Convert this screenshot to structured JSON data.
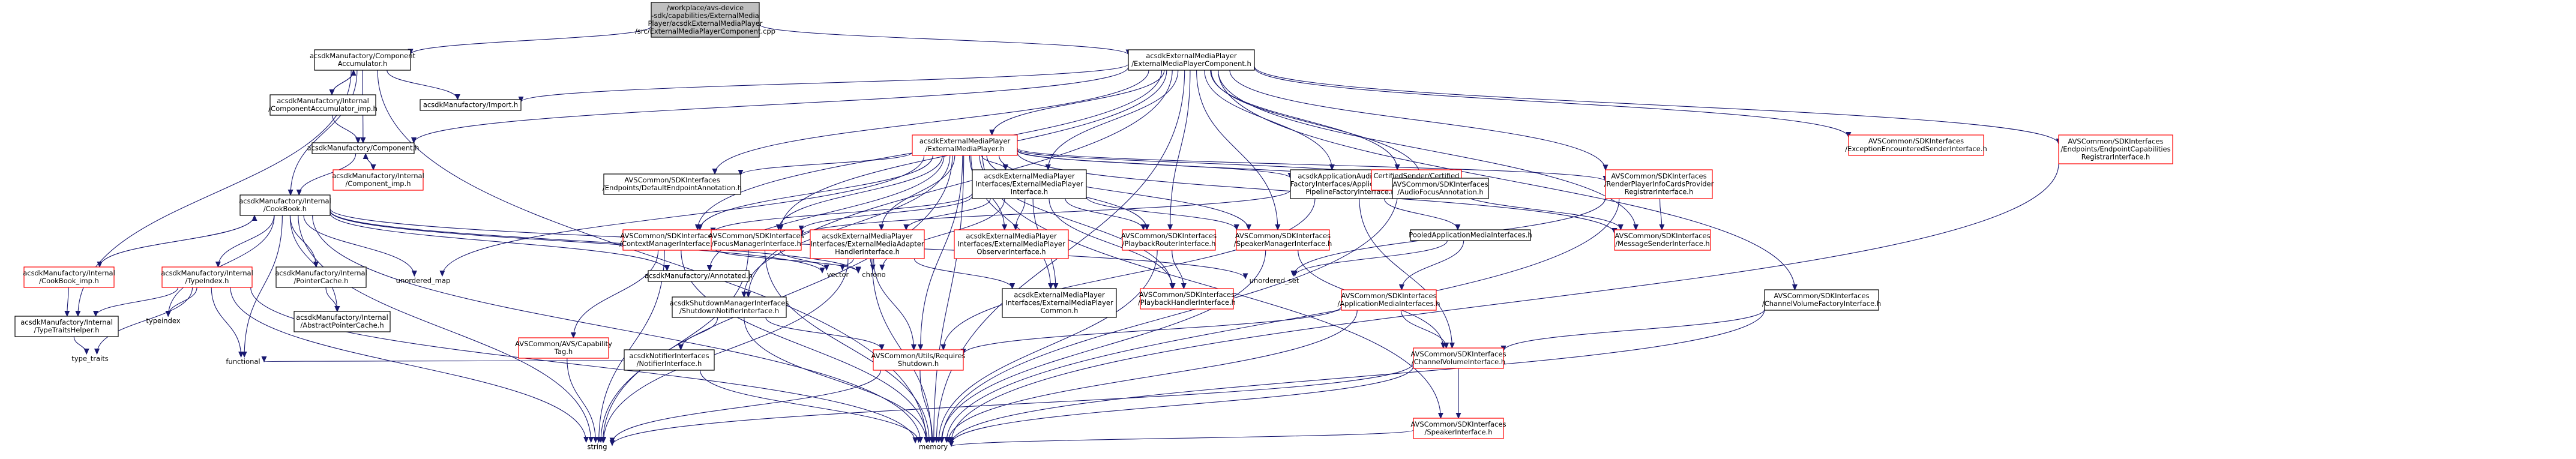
{
  "nodes": [
    {
      "id": "root",
      "lines": [
        "/workplace/avs-device",
        "-sdk/capabilities/ExternalMedia",
        "Player/acsdkExternalMediaPlayer",
        "/src/ExternalMediaPlayerComponent.cpp"
      ],
      "style": "root",
      "interactable": false
    },
    {
      "id": "compAccumulator",
      "lines": [
        "acsdkManufactory/Component",
        "Accumulator.h"
      ],
      "style": "normal",
      "interactable": true
    },
    {
      "id": "empComponent",
      "lines": [
        "acsdkExternalMediaPlayer",
        "/ExternalMediaPlayerComponent.h"
      ],
      "style": "normal",
      "interactable": true
    },
    {
      "id": "compAccImp",
      "lines": [
        "acsdkManufactory/Internal",
        "/ComponentAccumulator_imp.h"
      ],
      "style": "normal",
      "interactable": true
    },
    {
      "id": "import",
      "lines": [
        "acsdkManufactory/Import.h"
      ],
      "style": "normal",
      "interactable": true
    },
    {
      "id": "component",
      "lines": [
        "acsdkManufactory/Component.h"
      ],
      "style": "normal",
      "interactable": true
    },
    {
      "id": "componentImp",
      "lines": [
        "acsdkManufactory/Internal",
        "/Component_imp.h"
      ],
      "style": "red",
      "interactable": true
    },
    {
      "id": "cookbook",
      "lines": [
        "acsdkManufactory/Internal",
        "/CookBook.h"
      ],
      "style": "normal",
      "interactable": true
    },
    {
      "id": "cookbookImp",
      "lines": [
        "acsdkManufactory/Internal",
        "/CookBook_imp.h"
      ],
      "style": "red",
      "interactable": true
    },
    {
      "id": "typeindex",
      "lines": [
        "acsdkManufactory/Internal",
        "/TypeIndex.h"
      ],
      "style": "red",
      "interactable": true
    },
    {
      "id": "pointerCache",
      "lines": [
        "acsdkManufactory/Internal",
        "/PointerCache.h"
      ],
      "style": "normal",
      "interactable": true
    },
    {
      "id": "abstractPointerCache",
      "lines": [
        "acsdkManufactory/Internal",
        "/AbstractPointerCache.h"
      ],
      "style": "normal",
      "interactable": true
    },
    {
      "id": "typeTraitsHelper",
      "lines": [
        "acsdkManufactory/Internal",
        "/TypeTraitsHelper.h"
      ],
      "style": "normal",
      "interactable": true
    },
    {
      "id": "typeTraits",
      "lines": [
        "type_traits"
      ],
      "style": "plain",
      "interactable": false
    },
    {
      "id": "typeindexStd",
      "lines": [
        "typeindex"
      ],
      "style": "plain",
      "interactable": false
    },
    {
      "id": "functional",
      "lines": [
        "functional"
      ],
      "style": "plain",
      "interactable": false
    },
    {
      "id": "unorderedMap",
      "lines": [
        "unordered_map"
      ],
      "style": "plain",
      "interactable": false
    },
    {
      "id": "vector",
      "lines": [
        "vector"
      ],
      "style": "plain",
      "interactable": false
    },
    {
      "id": "chrono",
      "lines": [
        "chrono"
      ],
      "style": "plain",
      "interactable": false
    },
    {
      "id": "string",
      "lines": [
        "string"
      ],
      "style": "plain",
      "interactable": false
    },
    {
      "id": "memory",
      "lines": [
        "memory"
      ],
      "style": "plain",
      "interactable": false
    },
    {
      "id": "unorderedSet",
      "lines": [
        "unordered_set"
      ],
      "style": "plain",
      "interactable": false
    },
    {
      "id": "annotated",
      "lines": [
        "acsdkManufactory/Annotated.h"
      ],
      "style": "normal",
      "interactable": true
    },
    {
      "id": "empH",
      "lines": [
        "acsdkExternalMediaPlayer",
        "/ExternalMediaPlayer.h"
      ],
      "style": "red",
      "interactable": true
    },
    {
      "id": "defaultEndpoint",
      "lines": [
        "AVSCommon/SDKInterfaces",
        "/Endpoints/DefaultEndpointAnnotation.h"
      ],
      "style": "normal",
      "interactable": true
    },
    {
      "id": "empInterface",
      "lines": [
        "acsdkExternalMediaPlayer",
        "Interfaces/ExternalMediaPlayer",
        "Interface.h"
      ],
      "style": "normal",
      "interactable": true
    },
    {
      "id": "appAudioFactory",
      "lines": [
        "acsdkApplicationAudioPipeline",
        "FactoryInterfaces/ApplicationAudio",
        "PipelineFactoryInterface.h"
      ],
      "style": "normal",
      "interactable": true
    },
    {
      "id": "certifiedSender",
      "lines": [
        "CertifiedSender/Certified",
        "Sender.h"
      ],
      "style": "red",
      "interactable": true
    },
    {
      "id": "audioFocusAnnotation",
      "lines": [
        "AVSCommon/SDKInterfaces",
        "/AudioFocusAnnotation.h"
      ],
      "style": "normal",
      "interactable": true
    },
    {
      "id": "renderPlayerInfo",
      "lines": [
        "AVSCommon/SDKInterfaces",
        "/RenderPlayerInfoCardsProvider",
        "RegistrarInterface.h"
      ],
      "style": "red",
      "interactable": true
    },
    {
      "id": "exceptionSender",
      "lines": [
        "AVSCommon/SDKInterfaces",
        "/ExceptionEncounteredSenderInterface.h"
      ],
      "style": "red",
      "interactable": true
    },
    {
      "id": "endpointCaps",
      "lines": [
        "AVSCommon/SDKInterfaces",
        "/Endpoints/EndpointCapabilities",
        "RegistrarInterface.h"
      ],
      "style": "red",
      "interactable": true
    },
    {
      "id": "contextManager",
      "lines": [
        "AVSCommon/SDKInterfaces",
        "/ContextManagerInterface.h"
      ],
      "style": "red",
      "interactable": true
    },
    {
      "id": "focusManager",
      "lines": [
        "AVSCommon/SDKInterfaces",
        "/FocusManagerInterface.h"
      ],
      "style": "red",
      "interactable": true
    },
    {
      "id": "adapterHandler",
      "lines": [
        "acsdkExternalMediaPlayer",
        "Interfaces/ExternalMediaAdapter",
        "HandlerInterface.h"
      ],
      "style": "red",
      "interactable": true
    },
    {
      "id": "observerInterface",
      "lines": [
        "acsdkExternalMediaPlayer",
        "Interfaces/ExternalMediaPlayer",
        "ObserverInterface.h"
      ],
      "style": "red",
      "interactable": true
    },
    {
      "id": "playbackRouter",
      "lines": [
        "AVSCommon/SDKInterfaces",
        "/PlaybackRouterInterface.h"
      ],
      "style": "red",
      "interactable": true
    },
    {
      "id": "speakerManager",
      "lines": [
        "AVSCommon/SDKInterfaces",
        "/SpeakerManagerInterface.h"
      ],
      "style": "red",
      "interactable": true
    },
    {
      "id": "pooledMedia",
      "lines": [
        "PooledApplicationMediaInterfaces.h"
      ],
      "style": "normal",
      "interactable": true
    },
    {
      "id": "messageSender",
      "lines": [
        "AVSCommon/SDKInterfaces",
        "/MessageSenderInterface.h"
      ],
      "style": "red",
      "interactable": true
    },
    {
      "id": "shutdownNotifier",
      "lines": [
        "acsdkShutdownManagerInterfaces",
        "/ShutdownNotifierInterface.h"
      ],
      "style": "normal",
      "interactable": true
    },
    {
      "id": "capabilityTag",
      "lines": [
        "AVSCommon/AVS/Capability",
        "Tag.h"
      ],
      "style": "red",
      "interactable": true
    },
    {
      "id": "notifierInterface",
      "lines": [
        "acsdkNotifierInterfaces",
        "/NotifierInterface.h"
      ],
      "style": "normal",
      "interactable": true
    },
    {
      "id": "requiresShutdown",
      "lines": [
        "AVSCommon/Utils/Requires",
        "Shutdown.h"
      ],
      "style": "red",
      "interactable": true
    },
    {
      "id": "empCommon",
      "lines": [
        "acsdkExternalMediaPlayer",
        "Interfaces/ExternalMediaPlayer",
        "Common.h"
      ],
      "style": "normal",
      "interactable": true
    },
    {
      "id": "playbackHandler",
      "lines": [
        "AVSCommon/SDKInterfaces",
        "/PlaybackHandlerInterface.h"
      ],
      "style": "red",
      "interactable": true
    },
    {
      "id": "appMediaInterfaces",
      "lines": [
        "AVSCommon/SDKInterfaces",
        "/ApplicationMediaInterfaces.h"
      ],
      "style": "red",
      "interactable": true
    },
    {
      "id": "channelVolume",
      "lines": [
        "AVSCommon/SDKInterfaces",
        "/ChannelVolumeInterface.h"
      ],
      "style": "red",
      "interactable": true
    },
    {
      "id": "speakerInterface",
      "lines": [
        "AVSCommon/SDKInterfaces",
        "/SpeakerInterface.h"
      ],
      "style": "red",
      "interactable": true
    },
    {
      "id": "channelVolumeFactory",
      "lines": [
        "AVSCommon/SDKInterfaces",
        "/ChannelVolumeFactoryInterface.h"
      ],
      "style": "normal",
      "interactable": true
    }
  ],
  "edges": [
    [
      "root",
      "compAccumulator"
    ],
    [
      "root",
      "empComponent"
    ],
    [
      "compAccumulator",
      "compAccImp"
    ],
    [
      "compAccumulator",
      "import"
    ],
    [
      "compAccumulator",
      "component"
    ],
    [
      "compAccumulator",
      "cookbook"
    ],
    [
      "compAccumulator",
      "typeTraitsHelper"
    ],
    [
      "compAccumulator",
      "memory"
    ],
    [
      "compAccImp",
      "compAccumulator"
    ],
    [
      "compAccImp",
      "component"
    ],
    [
      "component",
      "componentImp"
    ],
    [
      "component",
      "cookbook"
    ],
    [
      "componentImp",
      "component"
    ],
    [
      "cookbook",
      "cookbookImp"
    ],
    [
      "cookbook",
      "typeindex"
    ],
    [
      "cookbook",
      "pointerCache"
    ],
    [
      "cookbook",
      "abstractPointerCache"
    ],
    [
      "cookbook",
      "functional"
    ],
    [
      "cookbook",
      "typeindexStd"
    ],
    [
      "cookbook",
      "unorderedMap"
    ],
    [
      "cookbook",
      "vector"
    ],
    [
      "cookbook",
      "chrono"
    ],
    [
      "cookbook",
      "memory"
    ],
    [
      "cookbook",
      "unorderedSet"
    ],
    [
      "cookbook",
      "annotated"
    ],
    [
      "cookbook",
      "string"
    ],
    [
      "cookbookImp",
      "cookbook"
    ],
    [
      "cookbookImp",
      "typeTraitsHelper"
    ],
    [
      "typeindex",
      "typeTraitsHelper"
    ],
    [
      "typeindex",
      "typeindexStd"
    ],
    [
      "typeindex",
      "functional"
    ],
    [
      "typeindex",
      "typeTraits"
    ],
    [
      "typeindex",
      "string"
    ],
    [
      "typeindex",
      "memory"
    ],
    [
      "pointerCache",
      "abstractPointerCache"
    ],
    [
      "typeTraitsHelper",
      "typeTraits"
    ],
    [
      "empComponent",
      "import"
    ],
    [
      "empComponent",
      "component"
    ],
    [
      "empComponent",
      "empH"
    ],
    [
      "empComponent",
      "defaultEndpoint"
    ],
    [
      "empComponent",
      "empInterface"
    ],
    [
      "empComponent",
      "appAudioFactory"
    ],
    [
      "empComponent",
      "certifiedSender"
    ],
    [
      "empComponent",
      "audioFocusAnnotation"
    ],
    [
      "empComponent",
      "renderPlayerInfo"
    ],
    [
      "empComponent",
      "exceptionSender"
    ],
    [
      "empComponent",
      "endpointCaps"
    ],
    [
      "empComponent",
      "contextManager"
    ],
    [
      "empComponent",
      "focusManager"
    ],
    [
      "empComponent",
      "playbackRouter"
    ],
    [
      "empComponent",
      "speakerManager"
    ],
    [
      "empComponent",
      "messageSender"
    ],
    [
      "empComponent",
      "shutdownNotifier"
    ],
    [
      "empComponent",
      "channelVolumeFactory"
    ],
    [
      "empComponent",
      "memory"
    ],
    [
      "empH",
      "defaultEndpoint"
    ],
    [
      "empH",
      "empInterface"
    ],
    [
      "empH",
      "appAudioFactory"
    ],
    [
      "empH",
      "certifiedSender"
    ],
    [
      "empH",
      "audioFocusAnnotation"
    ],
    [
      "empH",
      "renderPlayerInfo"
    ],
    [
      "empH",
      "contextManager"
    ],
    [
      "empH",
      "focusManager"
    ],
    [
      "empH",
      "adapterHandler"
    ],
    [
      "empH",
      "observerInterface"
    ],
    [
      "empH",
      "playbackRouter"
    ],
    [
      "empH",
      "speakerManager"
    ],
    [
      "empH",
      "messageSender"
    ],
    [
      "empH",
      "shutdownNotifier"
    ],
    [
      "empH",
      "annotated"
    ],
    [
      "empH",
      "requiresShutdown"
    ],
    [
      "empH",
      "unorderedMap"
    ],
    [
      "empH",
      "string"
    ],
    [
      "empH",
      "memory"
    ],
    [
      "empH",
      "empCommon"
    ],
    [
      "empH",
      "playbackHandler"
    ],
    [
      "empH",
      "speakerInterface"
    ],
    [
      "empInterface",
      "adapterHandler"
    ],
    [
      "empInterface",
      "observerInterface"
    ],
    [
      "empInterface",
      "playbackRouter"
    ],
    [
      "empInterface",
      "speakerManager"
    ],
    [
      "empInterface",
      "empCommon"
    ],
    [
      "empInterface",
      "playbackHandler"
    ],
    [
      "empInterface",
      "contextManager"
    ],
    [
      "empInterface",
      "focusManager"
    ],
    [
      "empInterface",
      "chrono"
    ],
    [
      "appAudioFactory",
      "pooledMedia"
    ],
    [
      "appAudioFactory",
      "channelVolume"
    ],
    [
      "appAudioFactory",
      "focusManager"
    ],
    [
      "appAudioFactory",
      "requiresShutdown"
    ],
    [
      "certifiedSender",
      "messageSender"
    ],
    [
      "certifiedSender",
      "memory"
    ],
    [
      "renderPlayerInfo",
      "messageSender"
    ],
    [
      "renderPlayerInfo",
      "unorderedSet"
    ],
    [
      "renderPlayerInfo",
      "memory"
    ],
    [
      "endpointCaps",
      "memory"
    ],
    [
      "contextManager",
      "capabilityTag"
    ],
    [
      "contextManager",
      "string"
    ],
    [
      "contextManager",
      "memory"
    ],
    [
      "contextManager",
      "chrono"
    ],
    [
      "focusManager",
      "vector"
    ],
    [
      "focusManager",
      "string"
    ],
    [
      "focusManager",
      "memory"
    ],
    [
      "adapterHandler",
      "vector"
    ],
    [
      "adapterHandler",
      "chrono"
    ],
    [
      "adapterHandler",
      "empCommon"
    ],
    [
      "adapterHandler",
      "requiresShutdown"
    ],
    [
      "adapterHandler",
      "string"
    ],
    [
      "adapterHandler",
      "memory"
    ],
    [
      "playbackRouter",
      "playbackHandler"
    ],
    [
      "playbackRouter",
      "memory"
    ],
    [
      "speakerManager",
      "channelVolume"
    ],
    [
      "speakerManager",
      "memory"
    ],
    [
      "pooledMedia",
      "appMediaInterfaces"
    ],
    [
      "pooledMedia",
      "unorderedSet"
    ],
    [
      "appMediaInterfaces",
      "channelVolume"
    ],
    [
      "appMediaInterfaces",
      "memory"
    ],
    [
      "appMediaInterfaces",
      "requiresShutdown"
    ],
    [
      "channelVolume",
      "speakerInterface"
    ],
    [
      "channelVolume",
      "memory"
    ],
    [
      "channelVolume",
      "string"
    ],
    [
      "channelVolumeFactory",
      "channelVolume"
    ],
    [
      "channelVolumeFactory",
      "memory"
    ],
    [
      "shutdownNotifier",
      "notifierInterface"
    ],
    [
      "shutdownNotifier",
      "requiresShutdown"
    ],
    [
      "shutdownNotifier",
      "memory"
    ],
    [
      "notifierInterface",
      "functional"
    ],
    [
      "notifierInterface",
      "memory"
    ],
    [
      "requiresShutdown",
      "string"
    ],
    [
      "requiresShutdown",
      "memory"
    ],
    [
      "capabilityTag",
      "string"
    ],
    [
      "speakerInterface",
      "memory"
    ]
  ]
}
